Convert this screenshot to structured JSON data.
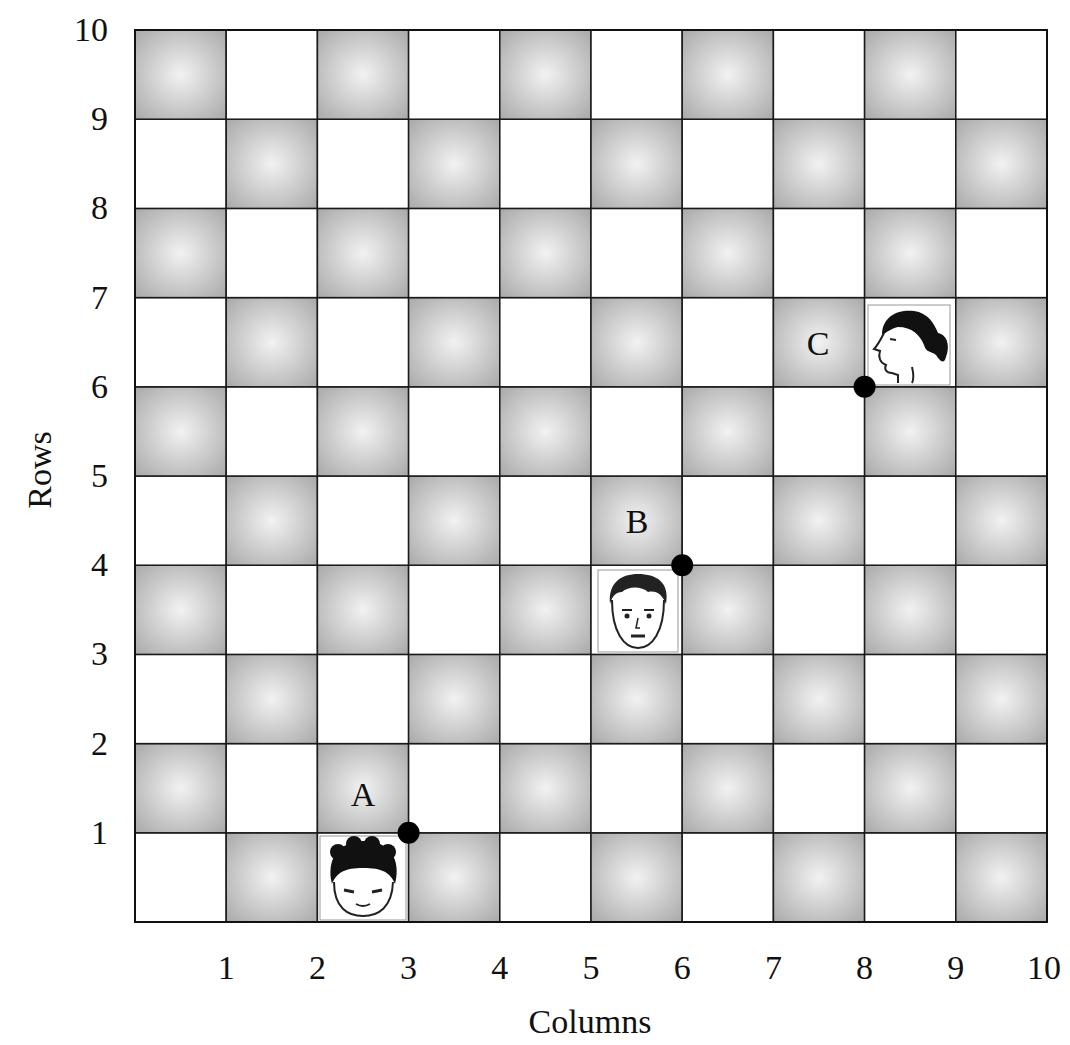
{
  "diagram": {
    "labels": [
      "10",
      "9",
      "8",
      "7",
      "6",
      "5",
      "4",
      "3",
      "2",
      "1",
      "1",
      "2",
      "3",
      "4",
      "5",
      "6",
      "7",
      "8",
      "9",
      "10",
      "Rows",
      "Columns",
      "A",
      "B",
      "C"
    ]
  }
}
